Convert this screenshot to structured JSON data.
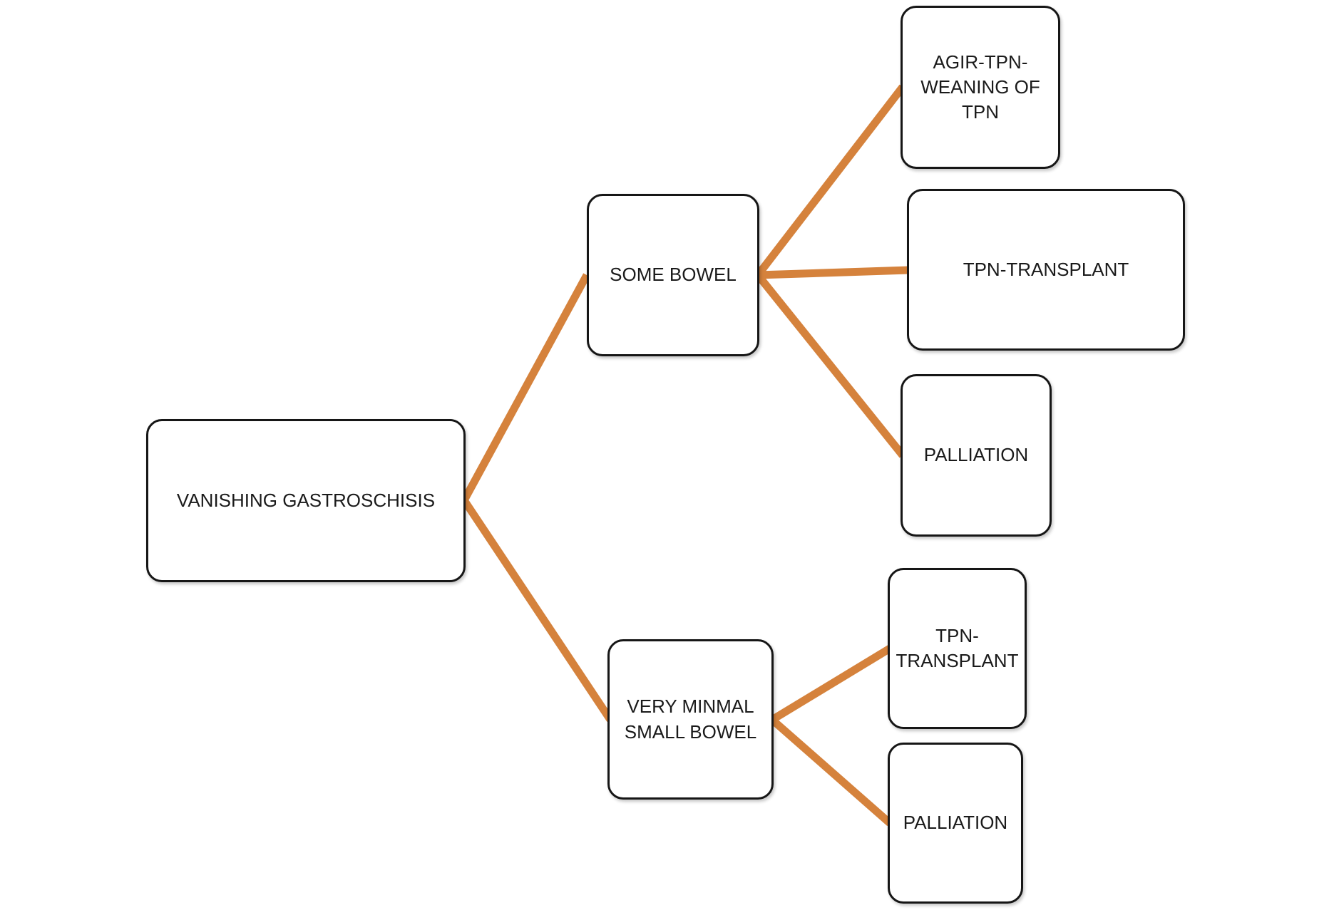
{
  "diagram": {
    "type": "tree-flowchart",
    "background_color": "#ffffff",
    "node_fill_color": "#ffffff",
    "node_border_color": "#161616",
    "connector_color": "#d5823c",
    "nodes": {
      "root": {
        "label": "VANISHING GASTROSCHISIS"
      },
      "some_bowel": {
        "label": "SOME BOWEL"
      },
      "agir_tpn_weaning": {
        "label": "AGIR-TPN-WEANING OF TPN"
      },
      "tpn_transplant_top": {
        "label": "TPN-TRANSPLANT"
      },
      "palliation_top": {
        "label": "PALLIATION"
      },
      "very_minimal_small_bowel": {
        "label": "VERY MINMAL SMALL BOWEL"
      },
      "tpn_transplant_bottom": {
        "label": "TPN-TRANSPLANT"
      },
      "palliation_bottom": {
        "label": "PALLIATION"
      }
    },
    "edges": [
      {
        "from": "root",
        "to": "some_bowel"
      },
      {
        "from": "root",
        "to": "very_minimal_small_bowel"
      },
      {
        "from": "some_bowel",
        "to": "agir_tpn_weaning"
      },
      {
        "from": "some_bowel",
        "to": "tpn_transplant_top"
      },
      {
        "from": "some_bowel",
        "to": "palliation_top"
      },
      {
        "from": "very_minimal_small_bowel",
        "to": "tpn_transplant_bottom"
      },
      {
        "from": "very_minimal_small_bowel",
        "to": "palliation_bottom"
      }
    ]
  }
}
